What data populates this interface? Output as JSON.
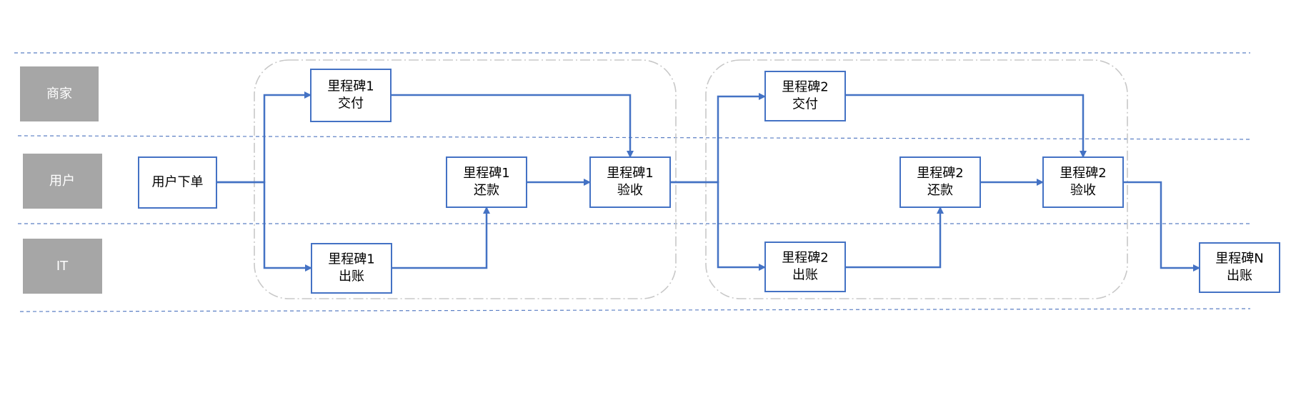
{
  "colors": {
    "lane_line": "#5b7fc4",
    "lane_label_fill": "#a6a6a6",
    "node_stroke": "#4472c4",
    "edge": "#4472c4",
    "group_border": "#c8c8c8"
  },
  "lanes": [
    {
      "id": "merchant",
      "label": "商家"
    },
    {
      "id": "user",
      "label": "用户"
    },
    {
      "id": "it",
      "label": "IT"
    }
  ],
  "nodes": [
    {
      "id": "order",
      "lines": [
        "用户下单"
      ]
    },
    {
      "id": "m1_deliver",
      "lines": [
        "里程碑1",
        "交付"
      ]
    },
    {
      "id": "m1_bill",
      "lines": [
        "里程碑1",
        "出账"
      ]
    },
    {
      "id": "m1_repay",
      "lines": [
        "里程碑1",
        "还款"
      ]
    },
    {
      "id": "m1_accept",
      "lines": [
        "里程碑1",
        "验收"
      ]
    },
    {
      "id": "m2_deliver",
      "lines": [
        "里程碑2",
        "交付"
      ]
    },
    {
      "id": "m2_bill",
      "lines": [
        "里程碑2",
        "出账"
      ]
    },
    {
      "id": "m2_repay",
      "lines": [
        "里程碑2",
        "还款"
      ]
    },
    {
      "id": "m2_accept",
      "lines": [
        "里程碑2",
        "验收"
      ]
    },
    {
      "id": "mn_bill",
      "lines": [
        "里程碑N",
        "出账"
      ]
    }
  ],
  "edges": [
    {
      "from": "order",
      "to": "m1_deliver"
    },
    {
      "from": "order",
      "to": "m1_bill"
    },
    {
      "from": "m1_bill",
      "to": "m1_repay"
    },
    {
      "from": "m1_repay",
      "to": "m1_accept"
    },
    {
      "from": "m1_deliver",
      "to": "m1_accept"
    },
    {
      "from": "m1_accept",
      "to": "m2_deliver"
    },
    {
      "from": "m1_accept",
      "to": "m2_bill"
    },
    {
      "from": "m2_bill",
      "to": "m2_repay"
    },
    {
      "from": "m2_repay",
      "to": "m2_accept"
    },
    {
      "from": "m2_deliver",
      "to": "m2_accept"
    },
    {
      "from": "m2_accept",
      "to": "mn_bill"
    }
  ]
}
